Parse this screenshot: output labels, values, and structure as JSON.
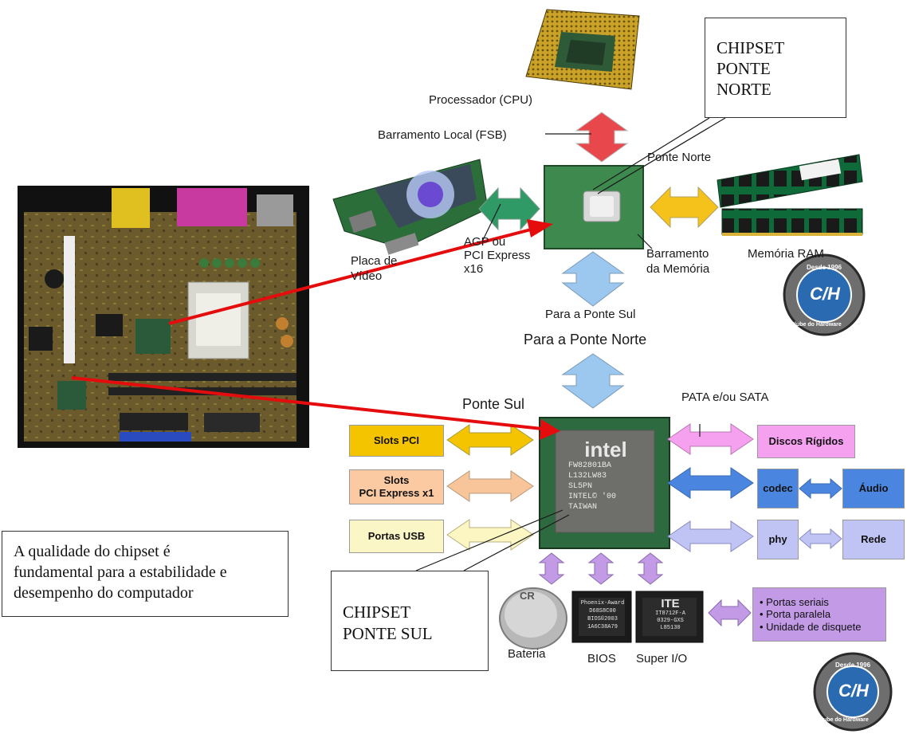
{
  "north": {
    "cpu_label": "Processador (CPU)",
    "fsb_label": "Barramento Local (FSB)",
    "northbridge_label": "Ponte Norte",
    "video_label_1": "Placa de",
    "video_label_2": "Vídeo",
    "agp_label_1": "AGP ou",
    "agp_label_2": "PCI Express",
    "agp_label_3": "x16",
    "mem_bus_label_1": "Barramento",
    "mem_bus_label_2": "da Memória",
    "ram_label": "Memória RAM",
    "to_south_label": "Para a Ponte Sul"
  },
  "south": {
    "to_north_label": "Para a Ponte Norte",
    "southbridge_label": "Ponte Sul",
    "pata_label": "PATA e/ou SATA",
    "slots_pci": "Slots PCI",
    "slots_pcie_1": "Slots",
    "slots_pcie_2": "PCI Express x1",
    "usb": "Portas USB",
    "disks": "Discos Rígidos",
    "codec": "codec",
    "audio": "Áudio",
    "phy": "phy",
    "network": "Rede",
    "battery_label": "Bateria",
    "bios_label": "BIOS",
    "superio_label": "Super I/O",
    "superio_items": [
      "• Portas seriais",
      "• Porta paralela",
      "• Unidade de disquete"
    ]
  },
  "chip_marks": {
    "intel_brand": "intel",
    "intel_lines": [
      "FW82801BA",
      "L132LW83",
      "SL5PN",
      "INTEL© '00",
      "TAIWAN"
    ],
    "ite_brand": "ITE",
    "ite_lines": [
      "IT8712F-A",
      "0329-GXS",
      "L85130"
    ],
    "bios_lines": [
      "Phoenix-Award",
      "D68S8C00",
      "BIOS©2003",
      "1A6C38A79"
    ],
    "battery_mark": "CR"
  },
  "callouts": {
    "north_chipset": [
      "CHIPSET",
      "PONTE",
      "NORTE"
    ],
    "south_chipset": [
      "CHIPSET",
      "PONTE SUL"
    ],
    "quality_note": [
      "A qualidade do chipset é",
      "fundamental para a estabilidade e",
      "desempenho do computador"
    ]
  },
  "logo": {
    "top_text": "Desde 1996",
    "mark": "C/H",
    "bottom_text": "Clube do Hardware"
  },
  "colors": {
    "fsb_arrow": "#e8484c",
    "agp_arrow": "#2f9a66",
    "mem_arrow": "#f4c21a",
    "south_link_arrow": "#9cc8f0",
    "pci_arrow": "#f5c400",
    "pcie_arrow": "#f8c49a",
    "usb_arrow": "#fbf6c2",
    "sata_arrow": "#f6a0f0",
    "codec_arrow": "#4a86e0",
    "phy_arrow": "#c0c4f4",
    "lower_arrow": "#c29ae6",
    "red_pointer": "#e40c0c"
  }
}
